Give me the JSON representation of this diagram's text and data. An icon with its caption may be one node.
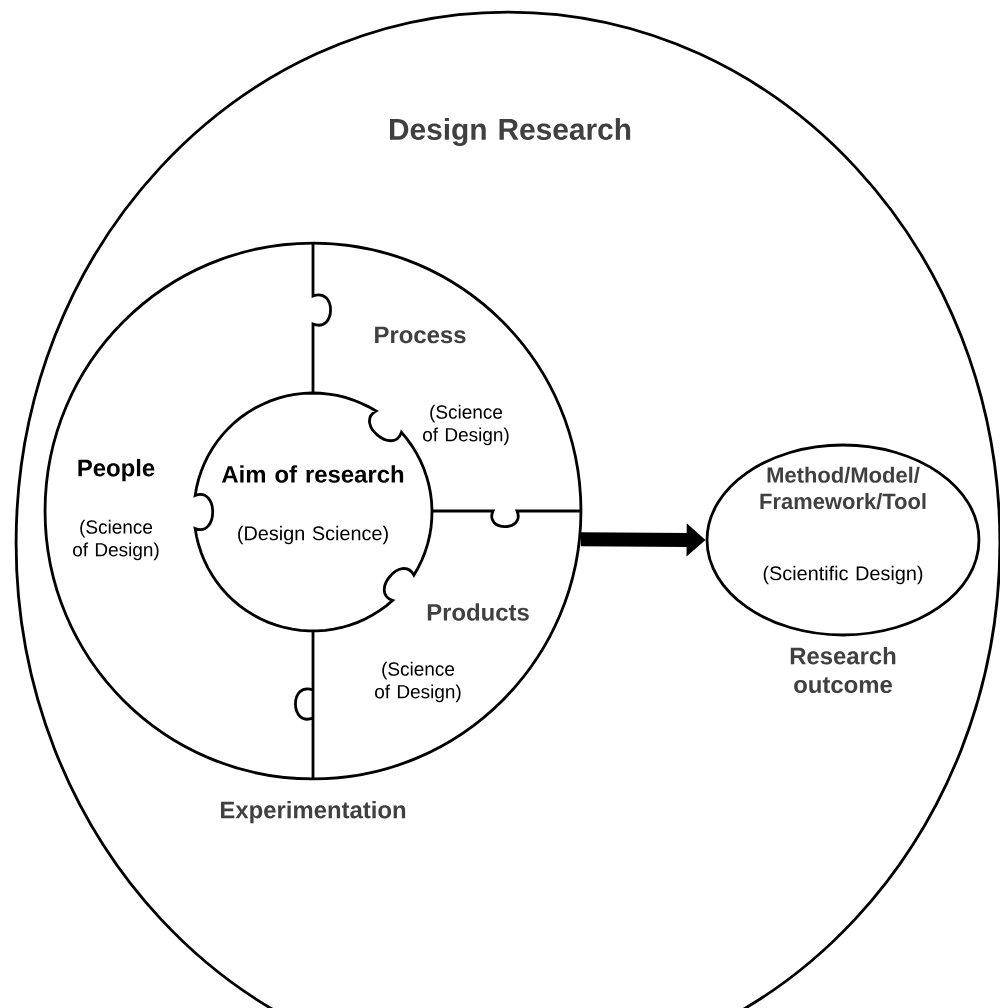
{
  "diagram": {
    "nodes": [
      {
        "text": [
          "Design Research"
        ]
      },
      {
        "text": [
          "Experimentation"
        ],
        "in": 0
      },
      {
        "text": [
          "Process",
          "(Science of Design)"
        ],
        "in": 1
      },
      {
        "text": [
          "People",
          "(Science of Design)"
        ],
        "in": 1
      },
      {
        "text": [
          "Aim of research",
          "(Design Science)"
        ],
        "in": 1
      },
      {
        "text": [
          "Products",
          "(Science of Design)"
        ],
        "in": 1
      },
      {
        "text": [
          "Method/Model/ Framework/Tool",
          "(Scientific Design)"
        ],
        "in": 0,
        "beside": [
          "Research outcome"
        ]
      }
    ],
    "edges": [
      {
        "from": 1,
        "to": 6,
        "arrow": "to"
      }
    ]
  }
}
